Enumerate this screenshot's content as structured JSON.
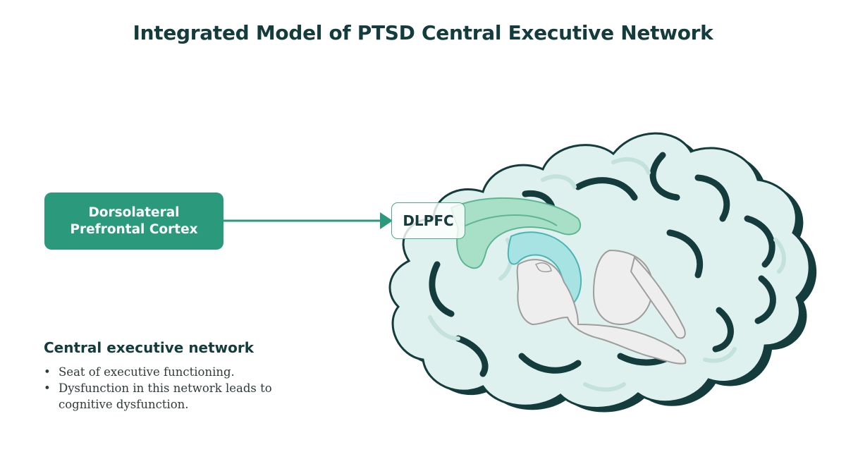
{
  "title": "Integrated Model of PTSD Central Executive Network",
  "region_box": {
    "label": "Dorsolateral Prefrontal Cortex"
  },
  "brain_tag": {
    "label": "DLPFC"
  },
  "description": {
    "heading": "Central executive network",
    "bullets": [
      "Seat of executive functioning.",
      "Dysfunction in this network leads to cognitive dysfunction."
    ]
  },
  "colors": {
    "title_text": "#143c3d",
    "region_box_fill": "#2b9a7c",
    "connector_arrow": "#2b9a7c",
    "brain_fill": "#dff1ee",
    "brain_outline": "#143c3d",
    "dlpfc_highlight": "#a7e0c6",
    "limbic_highlight": "#a6e3e2",
    "amygdala_highlight": "#2aa3b8",
    "brainstem_fill": "#eeeeee"
  },
  "icons": {
    "brain": "brain-illustration",
    "arrow": "right-arrow-icon",
    "bullet": "bullet-dot"
  }
}
